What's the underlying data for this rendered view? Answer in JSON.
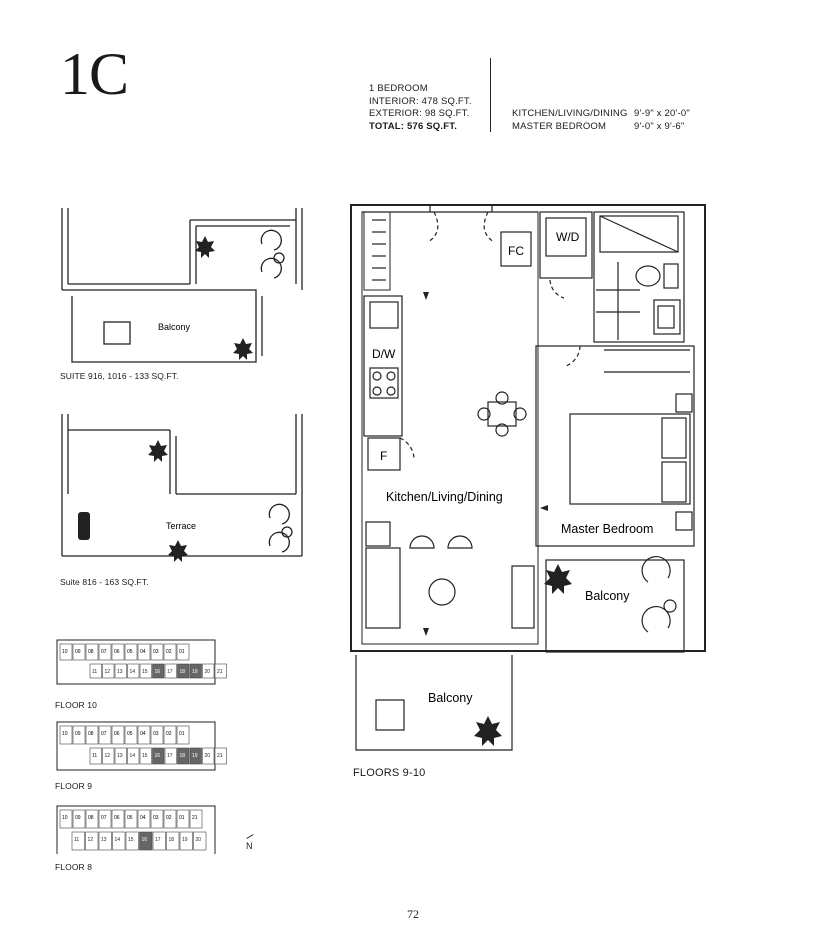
{
  "unit": {
    "title": "1C",
    "bedroom": "1 BEDROOM",
    "interior": "INTERIOR: 478 SQ.FT.",
    "exterior": "EXTERIOR: 98 SQ.FT.",
    "total": "TOTAL: 576 SQ.FT."
  },
  "dimensions": [
    {
      "room": "KITCHEN/LIVING/DINING",
      "size": "9'-9\" x 20'-0\""
    },
    {
      "room": "MASTER BEDROOM",
      "size": "9'-0\" x 9'-6\""
    }
  ],
  "main_plan": {
    "labels": {
      "wd": "W/D",
      "fc": "FC",
      "dw": "D/W",
      "fridge": "F",
      "kitchen": "Kitchen/Living/Dining",
      "bedroom": "Master Bedroom",
      "balcony_side": "Balcony",
      "balcony_bottom": "Balcony"
    },
    "caption": "FLOORS 9-10"
  },
  "variants": [
    {
      "label": "Balcony",
      "caption": "SUITE 916, 1016 - 133 SQ.FT."
    },
    {
      "label": "Terrace",
      "caption": "Suite 816 - 163 SQ.FT."
    }
  ],
  "keyplans": [
    {
      "caption": "FLOOR 10",
      "top": [
        "10",
        "09",
        "08",
        "07",
        "06",
        "05",
        "04",
        "03",
        "02",
        "01"
      ],
      "bottom": [
        "11",
        "12",
        "13",
        "14",
        "15",
        "16",
        "17",
        "18",
        "19",
        "20",
        "21"
      ]
    },
    {
      "caption": "FLOOR 9",
      "top": [
        "10",
        "09",
        "08",
        "07",
        "06",
        "05",
        "04",
        "03",
        "02",
        "01"
      ],
      "bottom": [
        "11",
        "12",
        "13",
        "14",
        "15",
        "16",
        "17",
        "18",
        "19",
        "20",
        "21"
      ]
    },
    {
      "caption": "FLOOR 8",
      "top": [
        "10",
        "09",
        "08",
        "07",
        "06",
        "05",
        "04",
        "03",
        "02",
        "01",
        "21"
      ],
      "bottom": [
        "11",
        "12",
        "13",
        "14",
        "15",
        "16",
        "17",
        "18",
        "19",
        "20"
      ]
    }
  ],
  "north": "N",
  "page_number": "72"
}
